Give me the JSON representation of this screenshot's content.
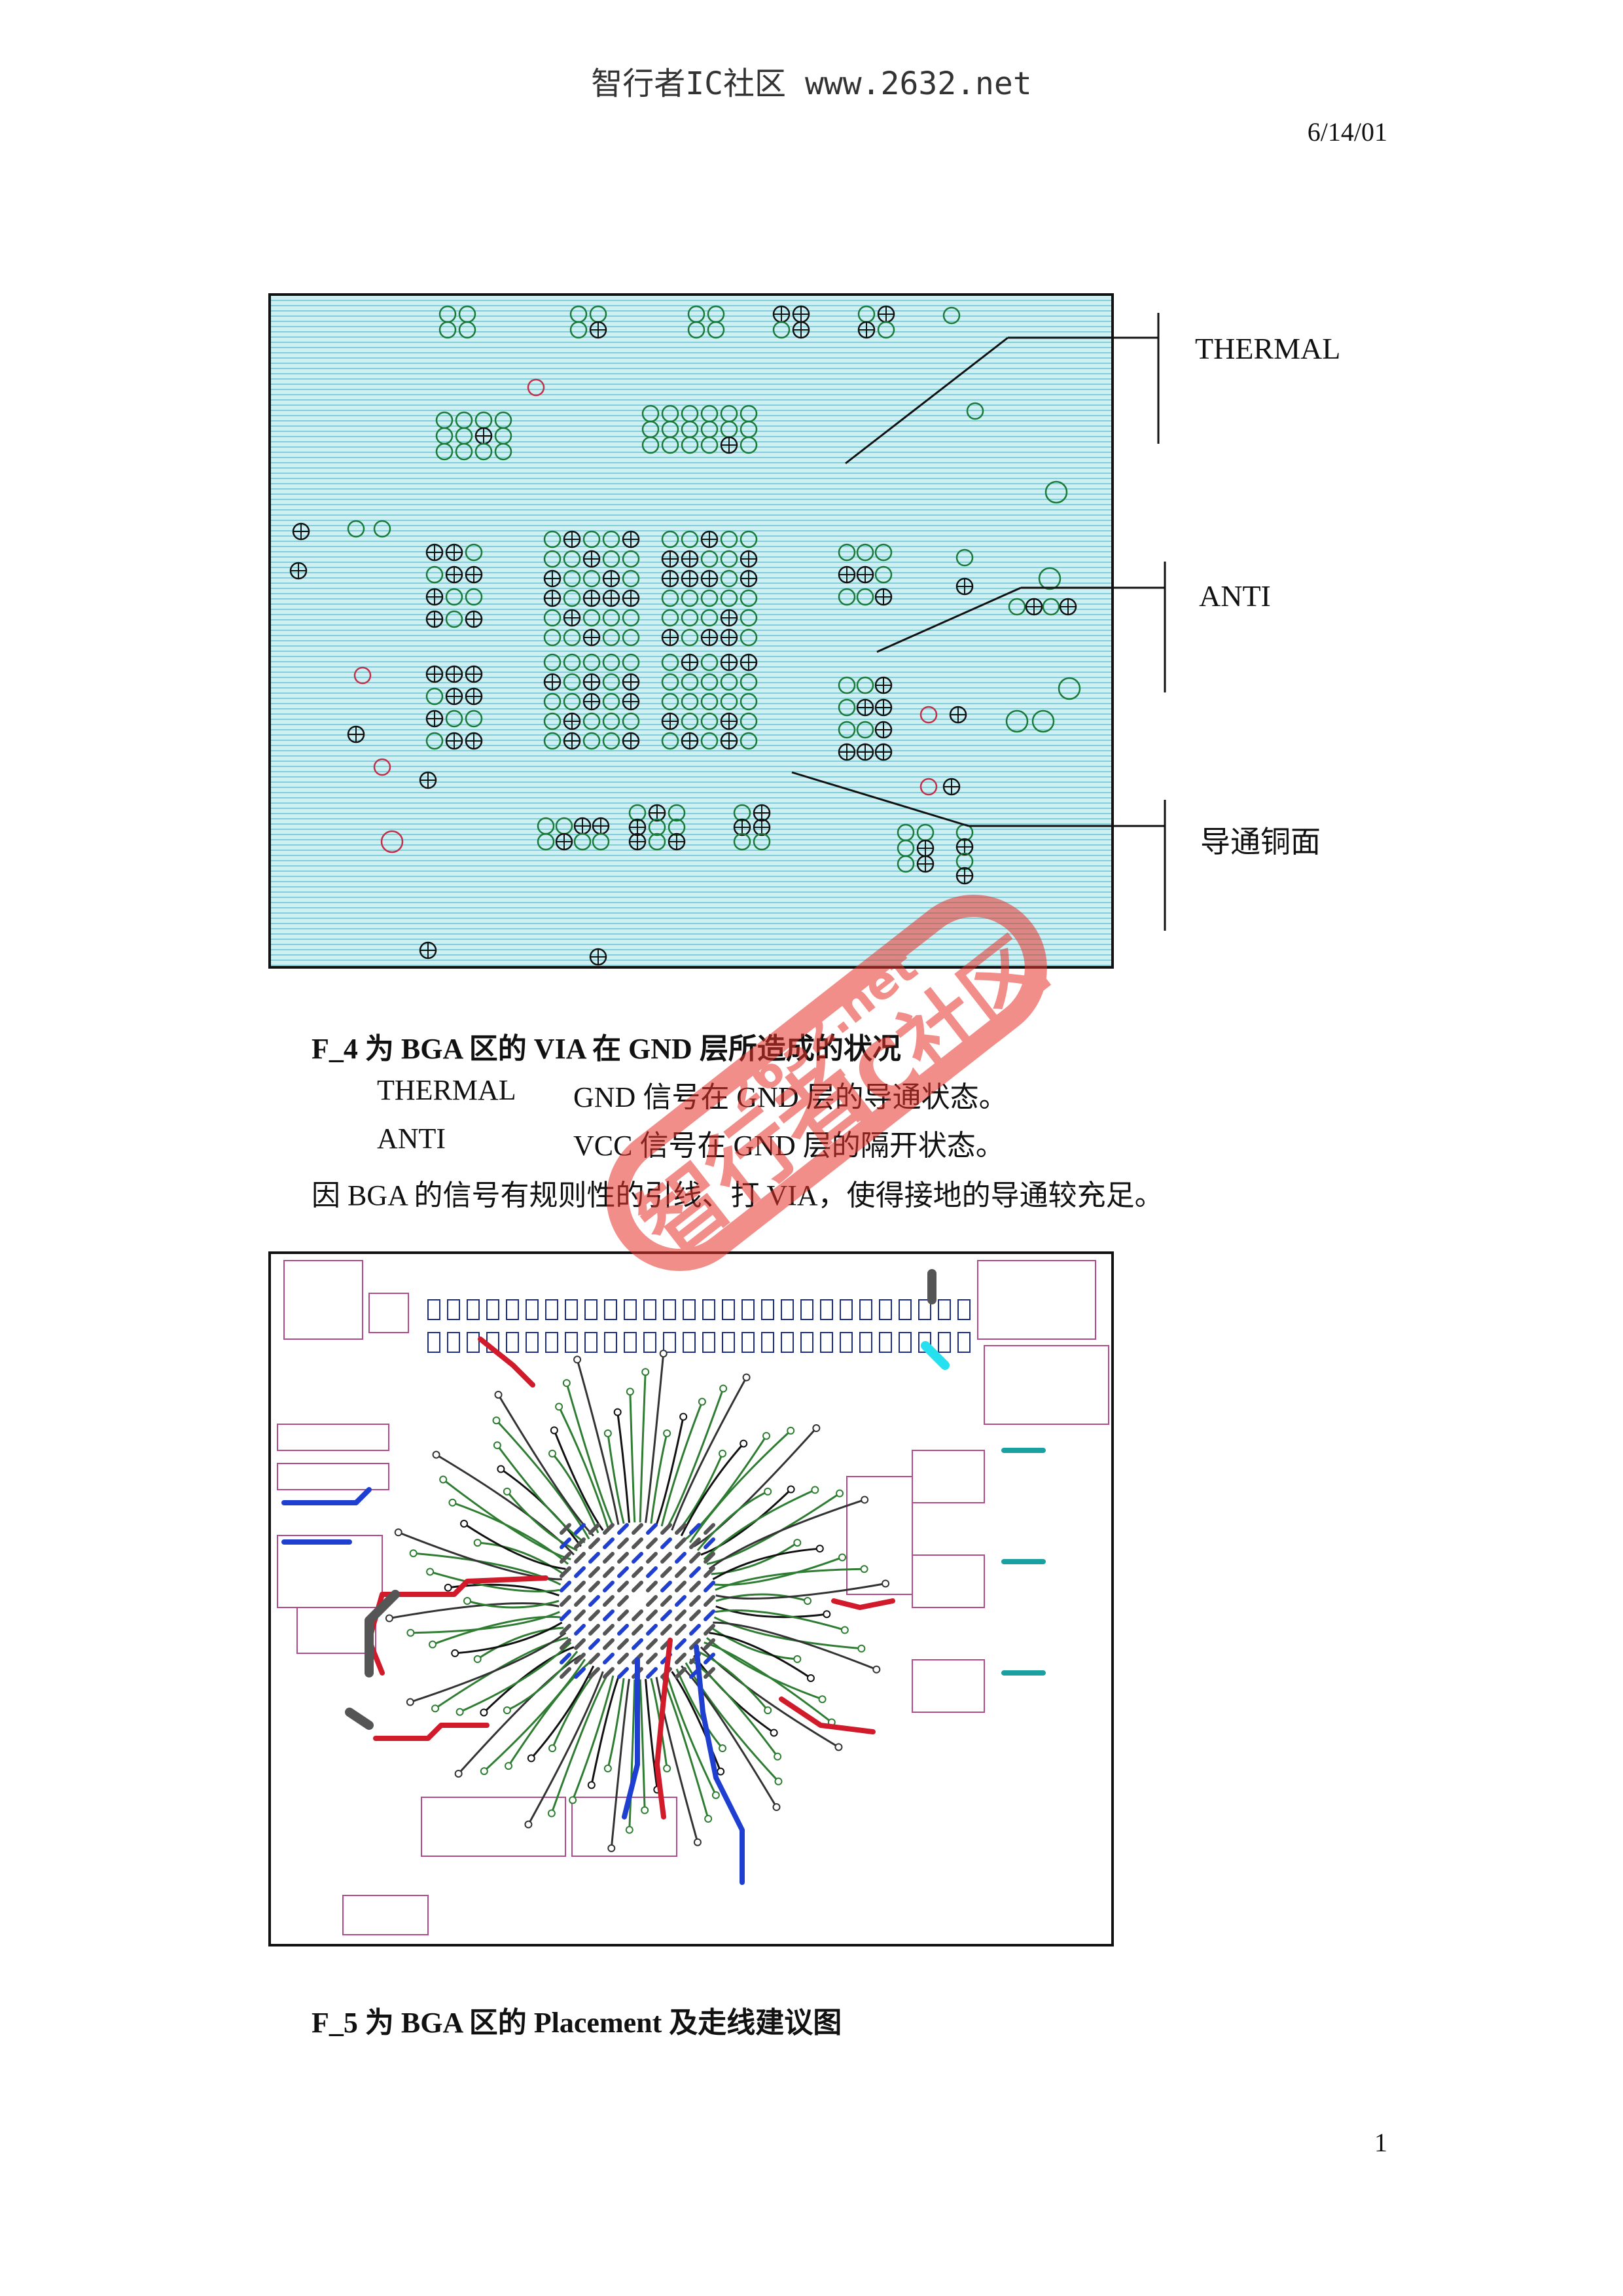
{
  "header": {
    "site_title": "智行者IC社区 www.2632.net",
    "date": "6/14/01",
    "page_number": "1"
  },
  "figure1": {
    "labels": [
      "THERMAL",
      "ANTI",
      "导通铜面"
    ]
  },
  "caption1": {
    "title": "F_4  为 BGA 区的 VIA 在 GND 层所造成的状况",
    "rows": [
      {
        "term": "THERMAL",
        "desc": "GND 信号在 GND 层的导通状态。"
      },
      {
        "term": "ANTI",
        "desc": "VCC 信号在 GND 层的隔开状态。"
      }
    ],
    "paragraph": "因 BGA 的信号有规则性的引线、打 VIA，使得接地的导通较充足。"
  },
  "caption2": {
    "title": "F_5  为 BGA 区的 Placement 及走线建议图"
  },
  "watermark": {
    "text_a": "2632.net",
    "text_b": "IC社区",
    "text_c": "智行者",
    "color": "#e8332a"
  },
  "colors": {
    "via_green": "#1a7a3a",
    "anti_red": "#c0304a",
    "trace_green": "#2e7d32",
    "trace_red": "#d11a2a",
    "trace_blue": "#1f3fd0",
    "trace_gray": "#555555",
    "teal": "#1aa0a0",
    "cyan": "#25e0ee"
  }
}
